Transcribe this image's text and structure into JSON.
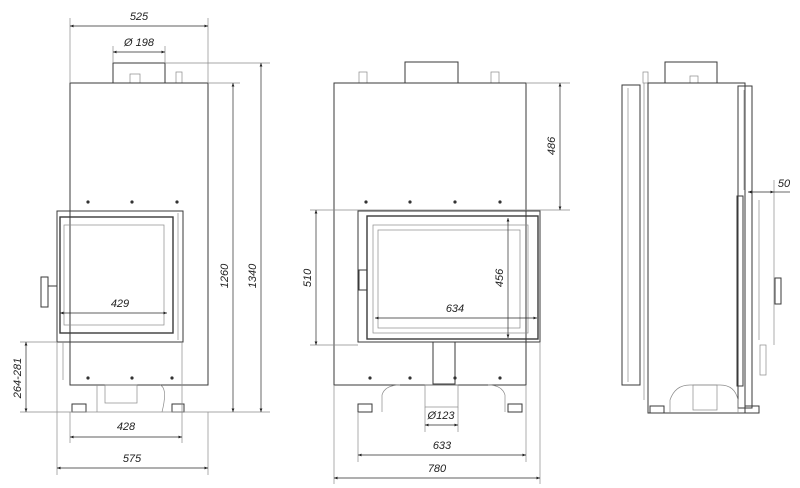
{
  "views": {
    "front_left": {
      "dimensions": {
        "overall_width": "525",
        "flue_diameter": "Ø 198",
        "body_height": "1260",
        "total_height": "1340",
        "glass_width": "429",
        "door_sill_height": "264-281",
        "base_width": "428",
        "total_width": "575"
      }
    },
    "front_center": {
      "dimensions": {
        "upper_height": "486",
        "door_height": "510",
        "glass_height": "456",
        "glass_width": "634",
        "air_inlet_diameter": "Ø123",
        "base_width": "633",
        "total_width": "780"
      }
    },
    "side_right": {
      "dimensions": {
        "offset": "50"
      }
    }
  },
  "colors": {
    "line": "#3a3a3a",
    "background": "#ffffff"
  }
}
